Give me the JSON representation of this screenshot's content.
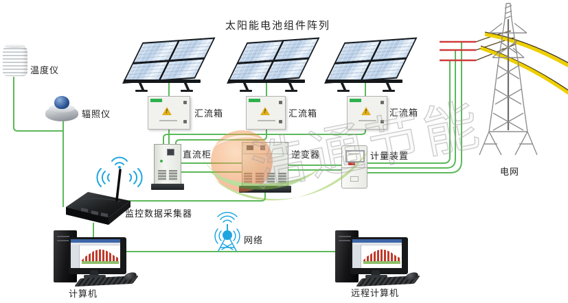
{
  "diagram": {
    "title": "太阳能电池组件阵列",
    "watermark_text": "浩通节能",
    "labels": {
      "temperature": "温度仪",
      "irradiance": "辐照仪",
      "combiner1": "汇流箱",
      "combiner2": "汇流箱",
      "combiner3": "汇流箱",
      "dc_cabinet": "直流柜",
      "inverter": "逆变器",
      "meter": "计量装置",
      "grid": "电网",
      "collector": "监控数据采集器",
      "network": "网络",
      "computer": "计算机",
      "remote_computer": "远程计算机"
    },
    "colors": {
      "wire_green": "#5cb85a",
      "line_red": "#cf3a3a",
      "cable_yellow": "#eecf00",
      "wifi_blue": "#1fa6e0",
      "tower_gray": "#8e8e8e",
      "warning_yellow": "#e0af1e"
    }
  }
}
